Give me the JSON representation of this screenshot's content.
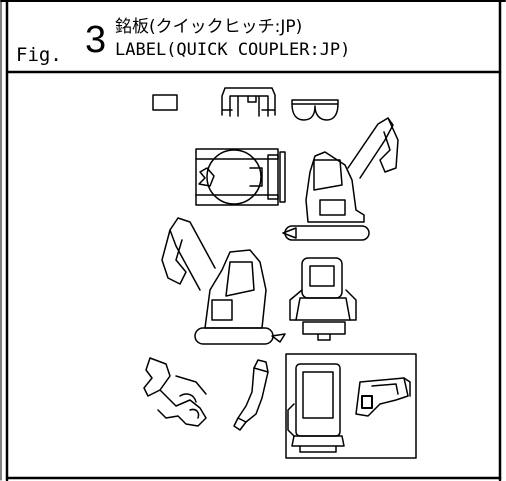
{
  "figure": {
    "prefix": "Fig.",
    "number": "3",
    "title_jp": "銘板(クイックヒッチ:JP)",
    "title_en": "LABEL(QUICK COUPLER:JP)"
  },
  "colors": {
    "line": "#000000",
    "background": "#ffffff"
  }
}
